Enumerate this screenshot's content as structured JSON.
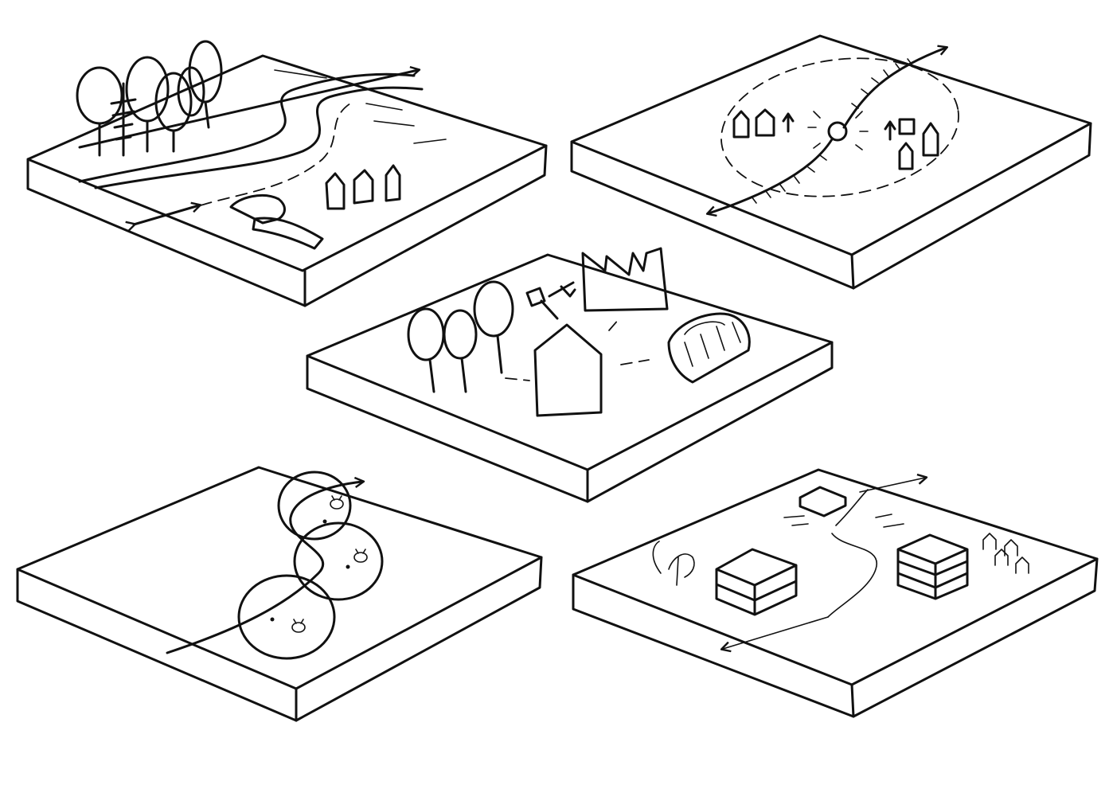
{
  "diagram": {
    "panels": [
      {
        "id": "river-landscape",
        "elements": [
          "deciduous-trees",
          "conifer-tree",
          "river",
          "houses",
          "hedged-garden",
          "axis-arrow"
        ]
      },
      {
        "id": "railway-node",
        "elements": [
          "houses",
          "growth-arrows",
          "railway-track",
          "station-node",
          "influence-zone",
          "axis-arrow"
        ]
      },
      {
        "id": "production-network",
        "elements": [
          "trees",
          "forestry-tools-sign",
          "factory",
          "house",
          "greenhouse",
          "dashed-links"
        ]
      },
      {
        "id": "pollinator-corridor",
        "elements": [
          "winding-path",
          "habitat-circles",
          "bees",
          "axis-arrow"
        ]
      },
      {
        "id": "urban-development",
        "elements": [
          "stacked-buildings",
          "low-building",
          "curved-road",
          "trees",
          "small-houses",
          "axis-arrow"
        ]
      }
    ],
    "colors": {
      "ink": "#111111",
      "paper": "#ffffff"
    }
  }
}
